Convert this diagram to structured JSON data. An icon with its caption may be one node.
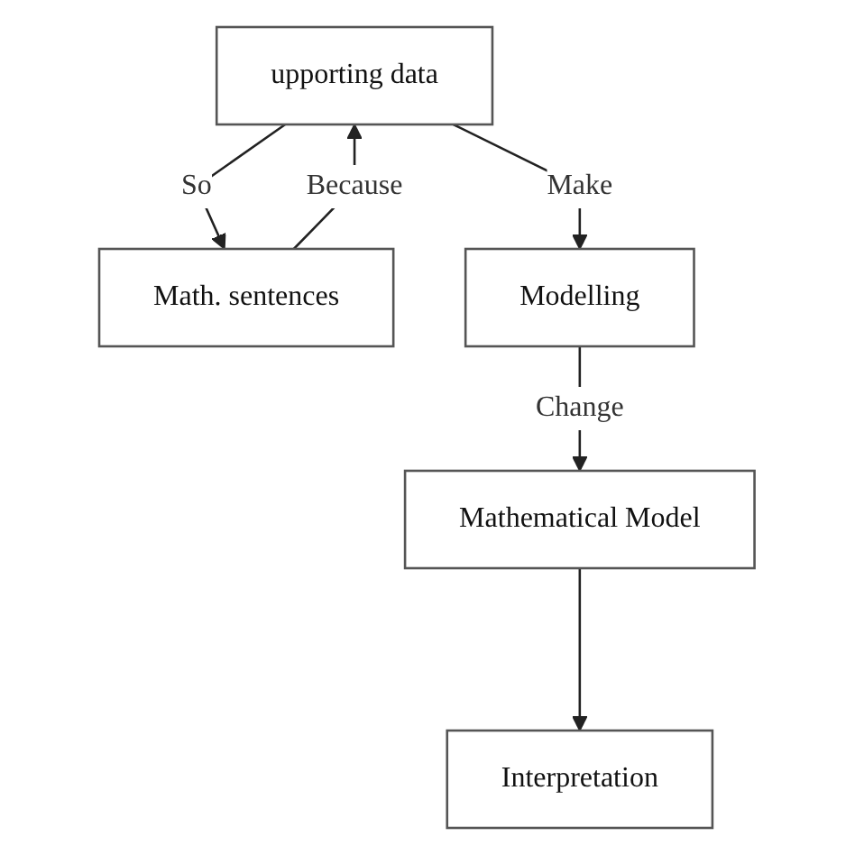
{
  "diagram": {
    "nodes": [
      {
        "text": [
          "upporting data"
        ]
      },
      {
        "text": [
          "Math. sentences"
        ]
      },
      {
        "text": [
          "Modelling"
        ]
      },
      {
        "text": [
          "Mathematical Model"
        ]
      },
      {
        "text": [
          "Interpretation"
        ]
      }
    ],
    "edges": [
      {
        "from": 1,
        "to": 0,
        "arrow": "to",
        "label": "Because"
      },
      {
        "from": 0,
        "to": 1,
        "arrow": "to",
        "label": "So"
      },
      {
        "from": 0,
        "to": 2,
        "arrow": "to",
        "label": "Make"
      },
      {
        "from": 2,
        "to": 3,
        "arrow": "to",
        "label": "Change"
      },
      {
        "from": 3,
        "to": 4,
        "arrow": "to"
      }
    ]
  }
}
